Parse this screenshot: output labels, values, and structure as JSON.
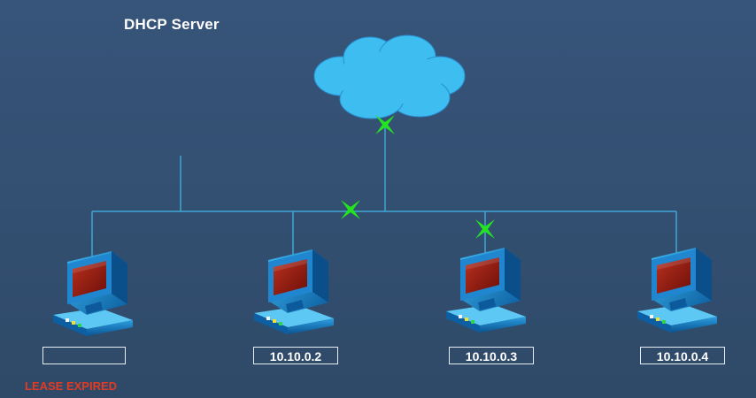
{
  "diagram": {
    "title": "DHCP Server",
    "status_text": "LEASE EXPIRED",
    "hosts": [
      {
        "ip": ""
      },
      {
        "ip": "10.10.0.2"
      },
      {
        "ip": "10.10.0.3"
      },
      {
        "ip": "10.10.0.4"
      }
    ],
    "icons": [
      "cloud-icon",
      "computer-icon",
      "link-down-x-icon"
    ],
    "colors": {
      "background": "#34506f",
      "link": "#3ea6d6",
      "cloud": "#3dbdf0",
      "x_mark": "#22e51f",
      "status": "#e23a23"
    }
  }
}
